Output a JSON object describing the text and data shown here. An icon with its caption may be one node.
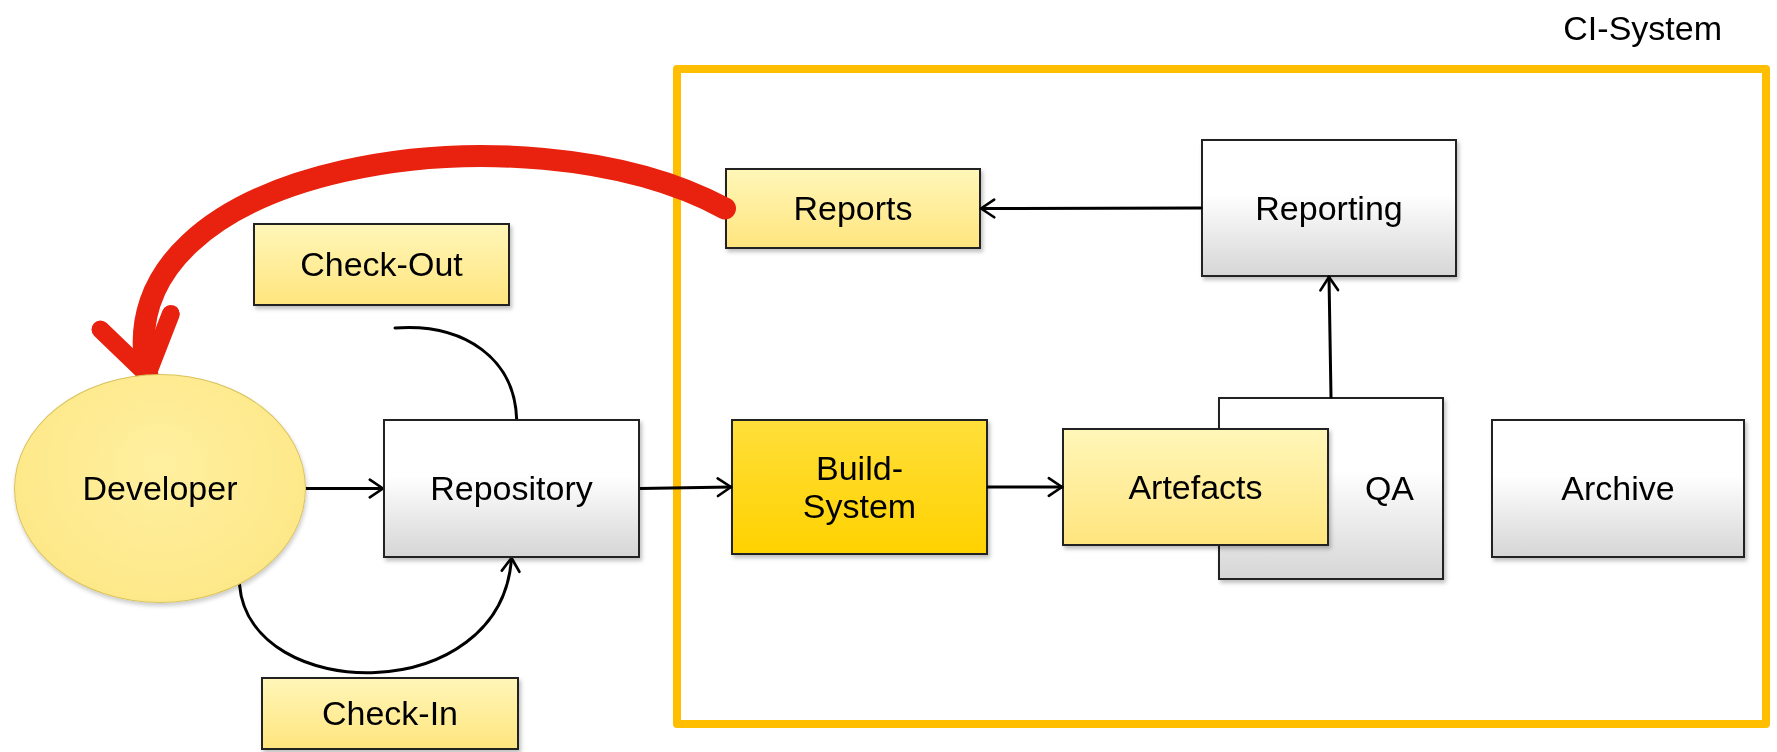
{
  "diagram": {
    "nodes": [
      {
        "text": [
          "CI-System"
        ]
      },
      {
        "text": [
          "Reports"
        ],
        "in": 0
      },
      {
        "text": [
          "Reporting"
        ],
        "in": 0
      },
      {
        "text": [
          "Check-Out"
        ]
      },
      {
        "text": [
          "Developer"
        ]
      },
      {
        "text": [
          "Repository"
        ]
      },
      {
        "text": [
          "Build-System"
        ],
        "in": 0
      },
      {
        "text": [
          "Artefacts"
        ],
        "in": 0
      },
      {
        "text": [
          "QA"
        ],
        "in": 0
      },
      {
        "text": [
          "Archive"
        ],
        "in": 0
      },
      {
        "text": [
          "Check-In"
        ]
      }
    ],
    "edges": [
      {
        "from": 4,
        "to": 5,
        "arrow": "to"
      },
      {
        "from": 5,
        "to": 6,
        "arrow": "to"
      },
      {
        "from": 6,
        "to": 7,
        "arrow": "to"
      },
      {
        "from": 8,
        "to": 2,
        "arrow": "to"
      },
      {
        "from": 2,
        "to": 1,
        "arrow": "to"
      },
      {
        "from": 4,
        "to": 5,
        "arrow": "to"
      },
      {
        "from": 5,
        "to": null,
        "arrow": "none"
      },
      {
        "from": 1,
        "to": 4,
        "arrow": "to",
        "style": "thick",
        "color": "#e8220f"
      }
    ]
  }
}
